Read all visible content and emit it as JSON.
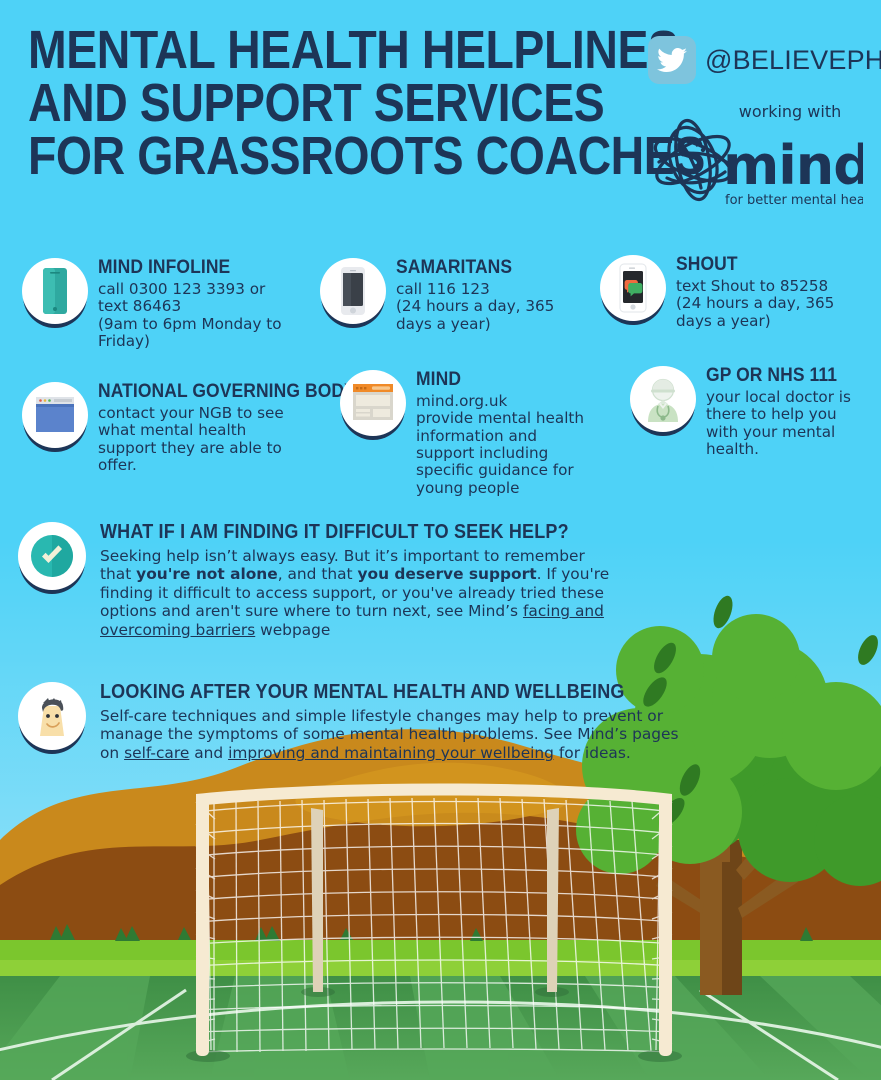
{
  "theme": {
    "background": "#4ed2f7",
    "navy": "#1d3557",
    "teal": "#2cb5ae",
    "orange": "#f08a3c",
    "twitter_badge": "#7ec4dd"
  },
  "header": {
    "title_lines": [
      "MENTAL HEALTH HELPLINES",
      "AND SUPPORT SERVICES",
      "FOR GRASSROOTS COACHES"
    ],
    "twitter_handle": "@BELIEVEPHQ",
    "twitter_icon": "twitter-bird-icon",
    "mind_logo": {
      "working_with": "working with",
      "wordmark": "mind",
      "tagline": "for better mental health"
    }
  },
  "cards": [
    {
      "id": "mind-infoline",
      "icon": "teal-phone-icon",
      "heading": "MIND INFOLINE",
      "lines": [
        "call 0300 123 3393 or",
        "text 86463",
        "(9am to 6pm Monday to",
        "Friday)"
      ]
    },
    {
      "id": "samaritans",
      "icon": "dark-smartphone-icon",
      "heading": "SAMARITANS",
      "lines": [
        "call 116 123",
        "(24 hours a day, 365",
        "days a year)"
      ]
    },
    {
      "id": "shout",
      "icon": "phone-speech-bubbles-icon",
      "heading": "SHOUT",
      "lines": [
        "text Shout to 85258",
        "(24 hours a day, 365",
        "days a year)"
      ]
    },
    {
      "id": "national-governing-body",
      "icon": "blue-browser-window-icon",
      "heading": "NATIONAL GOVERNING BODY",
      "lines": [
        "contact your NGB to see",
        "what mental health",
        "support they are able to",
        "offer."
      ]
    },
    {
      "id": "mind",
      "icon": "orange-browser-window-icon",
      "heading": "MIND",
      "lines": [
        "mind.org.uk",
        "provide mental health",
        "information and",
        "support including",
        "specific guidance for",
        "young people"
      ]
    },
    {
      "id": "gp-or-nhs-111",
      "icon": "doctor-icon",
      "heading": "GP OR NHS 111",
      "lines": [
        "your local doctor is",
        "there to help you",
        "with your mental",
        "health."
      ]
    }
  ],
  "sections": [
    {
      "id": "seeking-help",
      "icon": "teal-checkmark-icon",
      "heading": "WHAT IF I AM FINDING IT DIFFICULT TO SEEK HELP?",
      "text_plain": "Seeking help isn't always easy. But it's important to remember that you're not alone, and that you deserve support. If you're finding it difficult to access support, or you've already tried these options and aren't sure where to turn next, see Mind's facing and overcoming barriers webpage",
      "parts": [
        {
          "t": "Seeking help isn’t always easy. But it’s important to remember that ",
          "style": "normal"
        },
        {
          "t": "you're not alone",
          "style": "bold"
        },
        {
          "t": ", and that ",
          "style": "normal"
        },
        {
          "t": "you deserve support",
          "style": "bold"
        },
        {
          "t": ". If you're finding it difficult to access support, or you've already tried these options and aren't sure where to turn next, see Mind’s ",
          "style": "normal"
        },
        {
          "t": "facing and overcoming barriers",
          "style": "underline"
        },
        {
          "t": " webpage",
          "style": "normal"
        }
      ]
    },
    {
      "id": "looking-after-wellbeing",
      "icon": "smiling-face-icon",
      "heading": "LOOKING AFTER YOUR MENTAL HEALTH AND WELLBEING",
      "text_plain": "Self-care techniques and simple lifestyle changes may help to prevent or manage the symptoms of some mental health problems. See Mind's pages on self-care and improving and maintaining your wellbeing for ideas.",
      "parts": [
        {
          "t": "Self-care techniques and simple lifestyle changes may help to prevent or manage the symptoms of some mental health problems. See Mind’s pages on ",
          "style": "normal"
        },
        {
          "t": "self-care",
          "style": "underline"
        },
        {
          "t": " and ",
          "style": "normal"
        },
        {
          "t": "improving and maintaining your wellbeing",
          "style": "underline"
        },
        {
          "t": " for ideas.",
          "style": "normal"
        }
      ]
    }
  ],
  "scene": {
    "description": "football pitch with goal, tree and hills",
    "sky": "#8fdcf5",
    "hill_light": "#c8881c",
    "hill_dark": "#8a4a12",
    "grass_bright": "#7bc62d",
    "pitch_green": "#4a9b4e",
    "goal_post": "#f6ead2",
    "tree_canopy": "#56b134",
    "tree_trunk": "#8a5a21"
  }
}
